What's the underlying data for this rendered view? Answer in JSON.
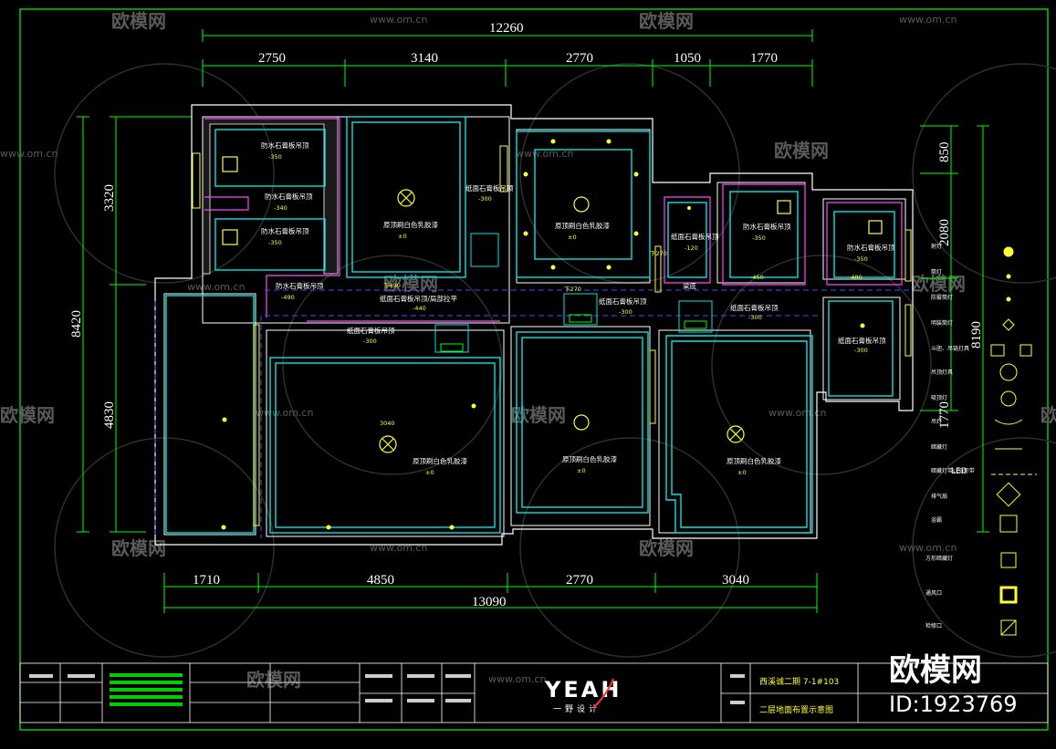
{
  "dimensions": {
    "top_total": "12260",
    "top_segments": [
      "2750",
      "3140",
      "2770",
      "1050",
      "1770"
    ],
    "bottom_total": "13090",
    "bottom_segments": [
      "1710",
      "4850",
      "2770",
      "3040"
    ],
    "left_total": "8420",
    "left_segments": [
      "3320",
      "4830"
    ],
    "right_total": "8190",
    "right_segments": [
      "850",
      "2080",
      "1770"
    ]
  },
  "room_labels": {
    "bath1_top": "防水石膏板吊顶",
    "bath1_top_h": "-350",
    "bath1_mid": "防水石膏板吊顶",
    "bath1_mid_h": "-340",
    "bath1_low": "防水石膏板吊顶",
    "bath1_low_h": "-350",
    "corridor_left": "防水石膏板吊顶",
    "corridor_left_h": "-490",
    "bedroom_a": "原顶刷白色乳胶漆",
    "bedroom_a_h": "±0",
    "strip_a": "纸面石膏板吊顶",
    "strip_a_h": "-300",
    "hall_strip": "纸面石膏板吊顶/局部拉平",
    "hall_strip_h": "-440",
    "hall_strip_mark": "下490",
    "living": "原顶刷白色乳胶漆",
    "living_h": "±0",
    "kitchen_mid": "纸面石膏板吊顶",
    "kitchen_mid_h": "-300",
    "mark_270": "下270",
    "mark_270b": "下270",
    "dining_strip": "纸面石膏板吊顶",
    "dining_strip_h": "-300",
    "small_room": "纸面石膏板吊顶",
    "small_room_h": "-120",
    "bath2": "防水石膏板吊顶",
    "bath2_h": "-350",
    "bath2_low_h": "-450",
    "bath3": "防水石膏板吊顶",
    "bath3_h": "-350",
    "bath3_low_h": "-480",
    "beam_label": "梁底",
    "strip_right": "纸面石膏板吊顶",
    "strip_right_h": "-300",
    "balcony": "纸面石膏板吊顶",
    "balcony_h": "-300",
    "bedroom_main": "原顶刷白色乳胶漆",
    "bedroom_main_h": "±0",
    "bedroom_main_mark": "3040",
    "center_room": "原顶刷白色乳胶漆",
    "center_room_h": "±0",
    "right_room": "原顶刷白色乳胶漆",
    "right_room_h": "±0"
  },
  "legend": {
    "items": [
      "射灯",
      "筒灯",
      "防雾筒灯",
      "明装筒灯",
      "斗胆、吊链灯具",
      "吊顶灯具",
      "吸顶灯",
      "吊灯",
      "暗藏灯",
      "暗藏灯带LED灯带",
      "排气扇",
      "浴霸",
      "方形暗藏灯",
      "通风口",
      "检修口"
    ],
    "led_text": "LED"
  },
  "title_block": {
    "project": "西溪诚二期 7-1#103",
    "drawing_name": "二层地面布置示意图",
    "logo_text": "YEAH",
    "logo_sub": "一野设计"
  },
  "watermark": {
    "brand": "欧模网",
    "url": "www.om.cn",
    "big_brand": "欧模网",
    "id": "ID:1923769"
  },
  "colors": {
    "background": "#000000",
    "wall": "#ffffff",
    "dimension": "#00ff00",
    "ceiling_outline": "#00e5e5",
    "magenta_wall": "#ff44ff",
    "text_yellow": "#ffff33",
    "watermark": "#5a5a5a"
  }
}
